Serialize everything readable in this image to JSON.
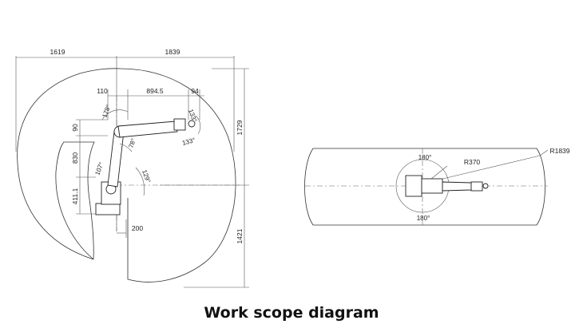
{
  "caption": "Work scope diagram",
  "side_view": {
    "dim_top_left": "1619",
    "dim_top_right": "1839",
    "dim_110": "110",
    "dim_894": "894.5",
    "dim_94": "94",
    "dim_90": "90",
    "dim_830": "830",
    "dim_411": "411.1",
    "dim_200": "200",
    "dim_1729": "1729",
    "dim_1421": "1421",
    "angle_178": "178°",
    "angle_133_top": "133°",
    "angle_133_bot": "133°",
    "angle_78": "78°",
    "angle_107": "107°",
    "angle_129": "129°"
  },
  "top_view": {
    "r1839": "R1839",
    "r370": "R370",
    "angle_top": "180°",
    "angle_bottom": "180°"
  }
}
